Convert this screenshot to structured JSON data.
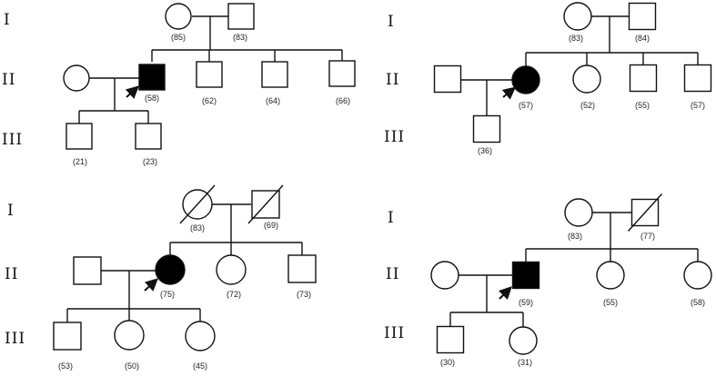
{
  "pedigrees": [
    {
      "generation_labels": [
        "I",
        "II",
        "III"
      ],
      "individuals": [
        {
          "id": "p1-I-1",
          "sex": "female",
          "affected": false,
          "deceased": false,
          "proband": false,
          "age": "(85)"
        },
        {
          "id": "p1-I-2",
          "sex": "male",
          "affected": false,
          "deceased": false,
          "proband": false,
          "age": "(83)"
        },
        {
          "id": "p1-II-1",
          "sex": "female",
          "affected": false,
          "deceased": false,
          "proband": false,
          "age": ""
        },
        {
          "id": "p1-II-2",
          "sex": "male",
          "affected": true,
          "deceased": false,
          "proband": true,
          "age": "(58)"
        },
        {
          "id": "p1-II-3",
          "sex": "male",
          "affected": false,
          "deceased": false,
          "proband": false,
          "age": "(62)"
        },
        {
          "id": "p1-II-4",
          "sex": "male",
          "affected": false,
          "deceased": false,
          "proband": false,
          "age": "(64)"
        },
        {
          "id": "p1-II-5",
          "sex": "male",
          "affected": false,
          "deceased": false,
          "proband": false,
          "age": "(66)"
        },
        {
          "id": "p1-III-1",
          "sex": "male",
          "affected": false,
          "deceased": false,
          "proband": false,
          "age": "(21)"
        },
        {
          "id": "p1-III-2",
          "sex": "male",
          "affected": false,
          "deceased": false,
          "proband": false,
          "age": "(23)"
        }
      ]
    },
    {
      "generation_labels": [
        "I",
        "II",
        "III"
      ],
      "individuals": [
        {
          "id": "p2-I-1",
          "sex": "female",
          "affected": false,
          "deceased": false,
          "proband": false,
          "age": "(83)"
        },
        {
          "id": "p2-I-2",
          "sex": "male",
          "affected": false,
          "deceased": false,
          "proband": false,
          "age": "(84)"
        },
        {
          "id": "p2-II-1",
          "sex": "male",
          "affected": false,
          "deceased": false,
          "proband": false,
          "age": ""
        },
        {
          "id": "p2-II-2",
          "sex": "female",
          "affected": true,
          "deceased": false,
          "proband": true,
          "age": "(57)"
        },
        {
          "id": "p2-II-3",
          "sex": "female",
          "affected": false,
          "deceased": false,
          "proband": false,
          "age": "(52)"
        },
        {
          "id": "p2-II-4",
          "sex": "male",
          "affected": false,
          "deceased": false,
          "proband": false,
          "age": "(55)"
        },
        {
          "id": "p2-II-5",
          "sex": "male",
          "affected": false,
          "deceased": false,
          "proband": false,
          "age": "(57)"
        },
        {
          "id": "p2-III-1",
          "sex": "male",
          "affected": false,
          "deceased": false,
          "proband": false,
          "age": "(36)"
        }
      ]
    },
    {
      "generation_labels": [
        "I",
        "II",
        "III"
      ],
      "individuals": [
        {
          "id": "p3-I-1",
          "sex": "female",
          "affected": false,
          "deceased": true,
          "proband": false,
          "age": "(83)"
        },
        {
          "id": "p3-I-2",
          "sex": "male",
          "affected": false,
          "deceased": true,
          "proband": false,
          "age": "(69)"
        },
        {
          "id": "p3-II-1",
          "sex": "male",
          "affected": false,
          "deceased": false,
          "proband": false,
          "age": ""
        },
        {
          "id": "p3-II-2",
          "sex": "female",
          "affected": true,
          "deceased": false,
          "proband": true,
          "age": "(75)"
        },
        {
          "id": "p3-II-3",
          "sex": "female",
          "affected": false,
          "deceased": false,
          "proband": false,
          "age": "(72)"
        },
        {
          "id": "p3-II-4",
          "sex": "male",
          "affected": false,
          "deceased": false,
          "proband": false,
          "age": "(73)"
        },
        {
          "id": "p3-III-1",
          "sex": "male",
          "affected": false,
          "deceased": false,
          "proband": false,
          "age": "(53)"
        },
        {
          "id": "p3-III-2",
          "sex": "female",
          "affected": false,
          "deceased": false,
          "proband": false,
          "age": "(50)"
        },
        {
          "id": "p3-III-3",
          "sex": "female",
          "affected": false,
          "deceased": false,
          "proband": false,
          "age": "(45)"
        }
      ]
    },
    {
      "generation_labels": [
        "I",
        "II",
        "III"
      ],
      "individuals": [
        {
          "id": "p4-I-1",
          "sex": "female",
          "affected": false,
          "deceased": false,
          "proband": false,
          "age": "(83)"
        },
        {
          "id": "p4-I-2",
          "sex": "male",
          "affected": false,
          "deceased": true,
          "proband": false,
          "age": "(77)"
        },
        {
          "id": "p4-II-1",
          "sex": "female",
          "affected": false,
          "deceased": false,
          "proband": false,
          "age": ""
        },
        {
          "id": "p4-II-2",
          "sex": "male",
          "affected": true,
          "deceased": false,
          "proband": true,
          "age": "(59)"
        },
        {
          "id": "p4-II-3",
          "sex": "female",
          "affected": false,
          "deceased": false,
          "proband": false,
          "age": "(55)"
        },
        {
          "id": "p4-II-4",
          "sex": "female",
          "affected": false,
          "deceased": false,
          "proband": false,
          "age": "(58)"
        },
        {
          "id": "p4-III-1",
          "sex": "male",
          "affected": false,
          "deceased": false,
          "proband": false,
          "age": "(30)"
        },
        {
          "id": "p4-III-2",
          "sex": "female",
          "affected": false,
          "deceased": false,
          "proband": false,
          "age": "(31)"
        }
      ]
    }
  ],
  "colors": {
    "line": "#111111",
    "affected_fill": "#000000",
    "unaffected_fill": "#ffffff"
  }
}
